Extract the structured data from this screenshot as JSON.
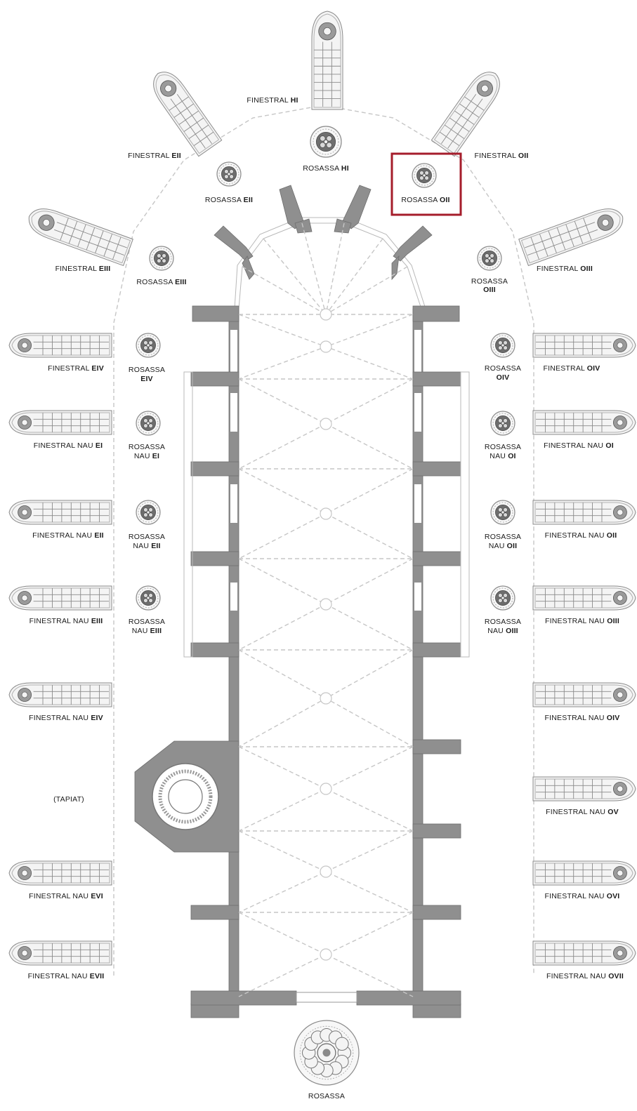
{
  "colors": {
    "wall": "#8f8f8f",
    "highlight": "#a51d2b",
    "text": "#1a1a1a",
    "dashes": "#c6c6c6"
  },
  "highlighted": "ROSASSA OII",
  "labels": {
    "finestral_hi": {
      "a": "FINESTRAL ",
      "b": "HI"
    },
    "rosassa_hi": {
      "a": "ROSASSA ",
      "b": "HI"
    },
    "finestral_eii": {
      "a": "FINESTRAL ",
      "b": "EII"
    },
    "finestral_oii": {
      "a": "FINESTRAL ",
      "b": "OII"
    },
    "rosassa_eii": {
      "a": "ROSASSA ",
      "b": "EII"
    },
    "rosassa_oii": {
      "a": "ROSASSA ",
      "b": "OII"
    },
    "finestral_eiii": {
      "a": "FINESTRAL ",
      "b": "EIII"
    },
    "rosassa_eiii": {
      "a": "ROSASSA ",
      "b": "EIII"
    },
    "rosassa_oiii": {
      "a": "ROSASSA",
      "b": "OIII"
    },
    "finestral_oiii": {
      "a": "FINESTRAL ",
      "b": "OIII"
    },
    "finestral_eiv": {
      "a": "FINESTRAL ",
      "b": "EIV"
    },
    "rosassa_eiv": {
      "a": "ROSASSA",
      "b": "EIV"
    },
    "rosassa_oiv": {
      "a": "ROSASSA",
      "b": "OIV"
    },
    "finestral_oiv": {
      "a": "FINESTRAL ",
      "b": "OIV"
    },
    "finestral_nau_ei": {
      "a": "FINESTRAL NAU ",
      "b": "EI"
    },
    "rosassa_nau_ei": {
      "a1": "ROSASSA",
      "a2": "NAU ",
      "b": "EI"
    },
    "rosassa_nau_oi": {
      "a1": "ROSASSA",
      "a2": "NAU ",
      "b": "OI"
    },
    "finestral_nau_oi": {
      "a": "FINESTRAL NAU ",
      "b": "OI"
    },
    "finestral_nau_eii": {
      "a": "FINESTRAL NAU ",
      "b": "EII"
    },
    "rosassa_nau_eii": {
      "a1": "ROSASSA",
      "a2": "NAU ",
      "b": "EII"
    },
    "rosassa_nau_oii": {
      "a1": "ROSASSA",
      "a2": "NAU ",
      "b": "OII"
    },
    "finestral_nau_oii": {
      "a": "FINESTRAL NAU ",
      "b": "OII"
    },
    "finestral_nau_eiii": {
      "a": "FINESTRAL NAU ",
      "b": "EIII"
    },
    "rosassa_nau_eiii": {
      "a1": "ROSASSA",
      "a2": "NAU ",
      "b": "EIII"
    },
    "rosassa_nau_oiii": {
      "a1": "ROSASSA",
      "a2": "NAU ",
      "b": "OIII"
    },
    "finestral_nau_oiii": {
      "a": "FINESTRAL NAU ",
      "b": "OIII"
    },
    "finestral_nau_eiv": {
      "a": "FINESTRAL NAU ",
      "b": "EIV"
    },
    "finestral_nau_oiv": {
      "a": "FINESTRAL NAU ",
      "b": "OIV"
    },
    "tapiat": "(TAPIAT)",
    "finestral_nau_ov": {
      "a": "FINESTRAL NAU ",
      "b": "OV"
    },
    "finestral_nau_evi": {
      "a": "FINESTRAL NAU ",
      "b": "EVI"
    },
    "finestral_nau_ovi": {
      "a": "FINESTRAL NAU ",
      "b": "OVI"
    },
    "finestral_nau_evii": {
      "a": "FINESTRAL NAU ",
      "b": "EVII"
    },
    "finestral_nau_ovii": {
      "a": "FINESTRAL NAU ",
      "b": "OVII"
    },
    "rosassa_west": "ROSASSA"
  }
}
